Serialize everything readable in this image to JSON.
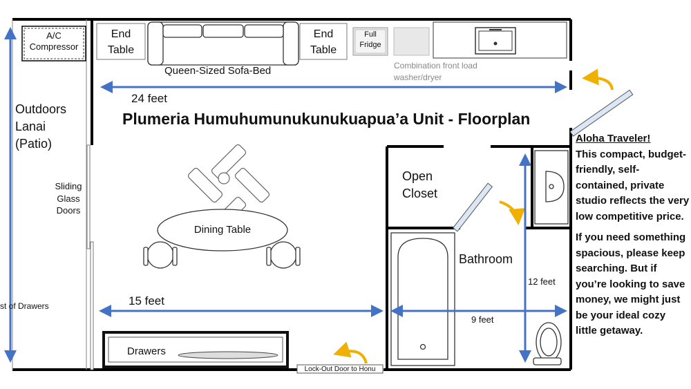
{
  "title": "Plumeria Humuhumunukunukuapua’a Unit - Floorplan",
  "rooms": {
    "lanai": "Outdoors Lanai (Patio)",
    "closet": "Open Closet",
    "bathroom": "Bathroom"
  },
  "furniture": {
    "ac": "A/C Compressor",
    "end_table_left": "End Table",
    "end_table_right": "End Table",
    "sofa": "Queen-Sized Sofa-Bed",
    "fridge": "Full Fridge",
    "washer": "Combination front load washer/dryer",
    "dining": "Dining Table",
    "drawers": "Drawers",
    "chest": "st of Drawers",
    "sliding_doors": "Sliding Glass Doors",
    "lockout_door": "Lock-Out Door to Honu"
  },
  "dimensions": {
    "width_top": "24 feet",
    "width_lower": "15 feet",
    "bath_height": "12 feet",
    "bath_width": "9 feet"
  },
  "note": {
    "heading": "Aloha Traveler!",
    "p1": "This compact, budget-friendly, self-contained, private studio reflects the very low competitive price.",
    "p2": "If you need something spacious, please keep searching.  But if you’re looking to save money, we might just be your ideal cozy little getaway."
  },
  "colors": {
    "wall": "#000000",
    "dimension_arrow": "#4472c4",
    "door_arrow": "#f0b000",
    "door_panel": "#dbe7f5"
  }
}
